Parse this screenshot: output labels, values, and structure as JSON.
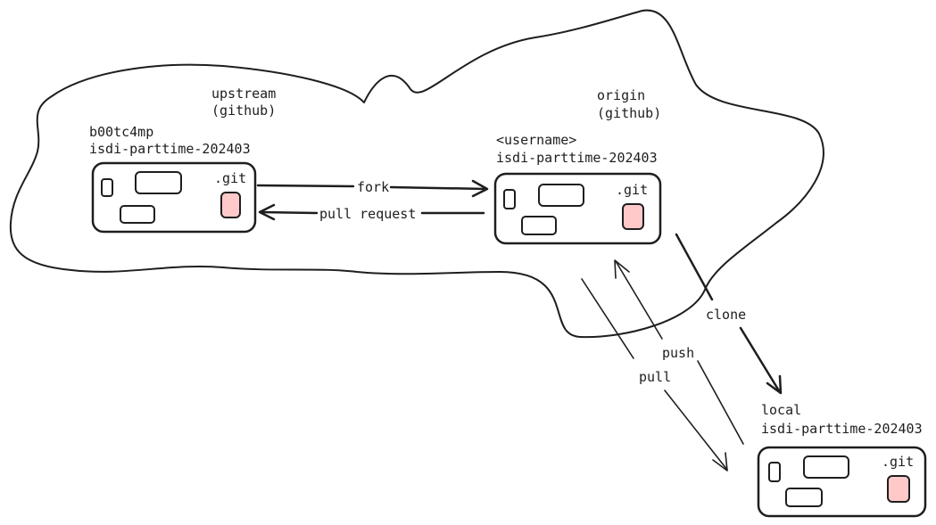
{
  "colors": {
    "ink": "#1e1e1e",
    "git_fill": "#ffc9c9",
    "background": "#ffffff"
  },
  "cloud": {
    "upstream_label": [
      "upstream",
      "(github)"
    ],
    "origin_label": [
      "origin",
      "(github)"
    ]
  },
  "nodes": {
    "upstream": {
      "title_lines": [
        "b00tc4mp",
        "isdi-parttime-202403"
      ],
      "git_label": ".git"
    },
    "origin": {
      "title_lines": [
        "<username>",
        "isdi-parttime-202403"
      ],
      "git_label": ".git"
    },
    "local": {
      "title_lines": [
        "local",
        "isdi-parttime-202403"
      ],
      "git_label": ".git"
    }
  },
  "edges": {
    "fork": "fork",
    "pull_request": "pull request",
    "clone": "clone",
    "push": "push",
    "pull": "pull"
  }
}
